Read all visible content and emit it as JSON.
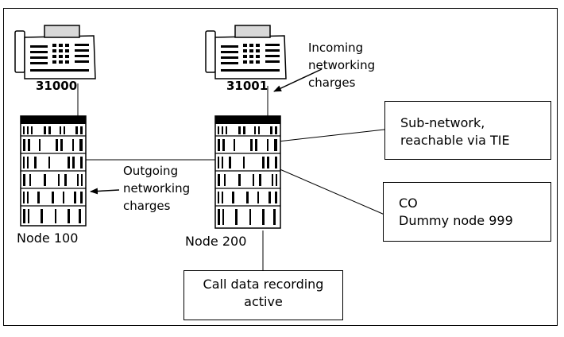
{
  "phones": [
    {
      "label": "31000"
    },
    {
      "label": "31001"
    }
  ],
  "nodes": [
    {
      "label": "Node 100"
    },
    {
      "label": "Node 200"
    }
  ],
  "annotations": {
    "incoming": [
      "Incoming",
      "networking",
      "charges"
    ],
    "outgoing": [
      "Outgoing",
      "networking",
      "charges"
    ]
  },
  "boxes": {
    "subnetwork": [
      "Sub-network,",
      "reachable via TIE"
    ],
    "co": [
      "CO",
      "Dummy node 999"
    ],
    "cdr": [
      "Call data recording",
      "active"
    ]
  },
  "colors": {
    "line": "#000000",
    "device_fill": "#ffffff"
  }
}
